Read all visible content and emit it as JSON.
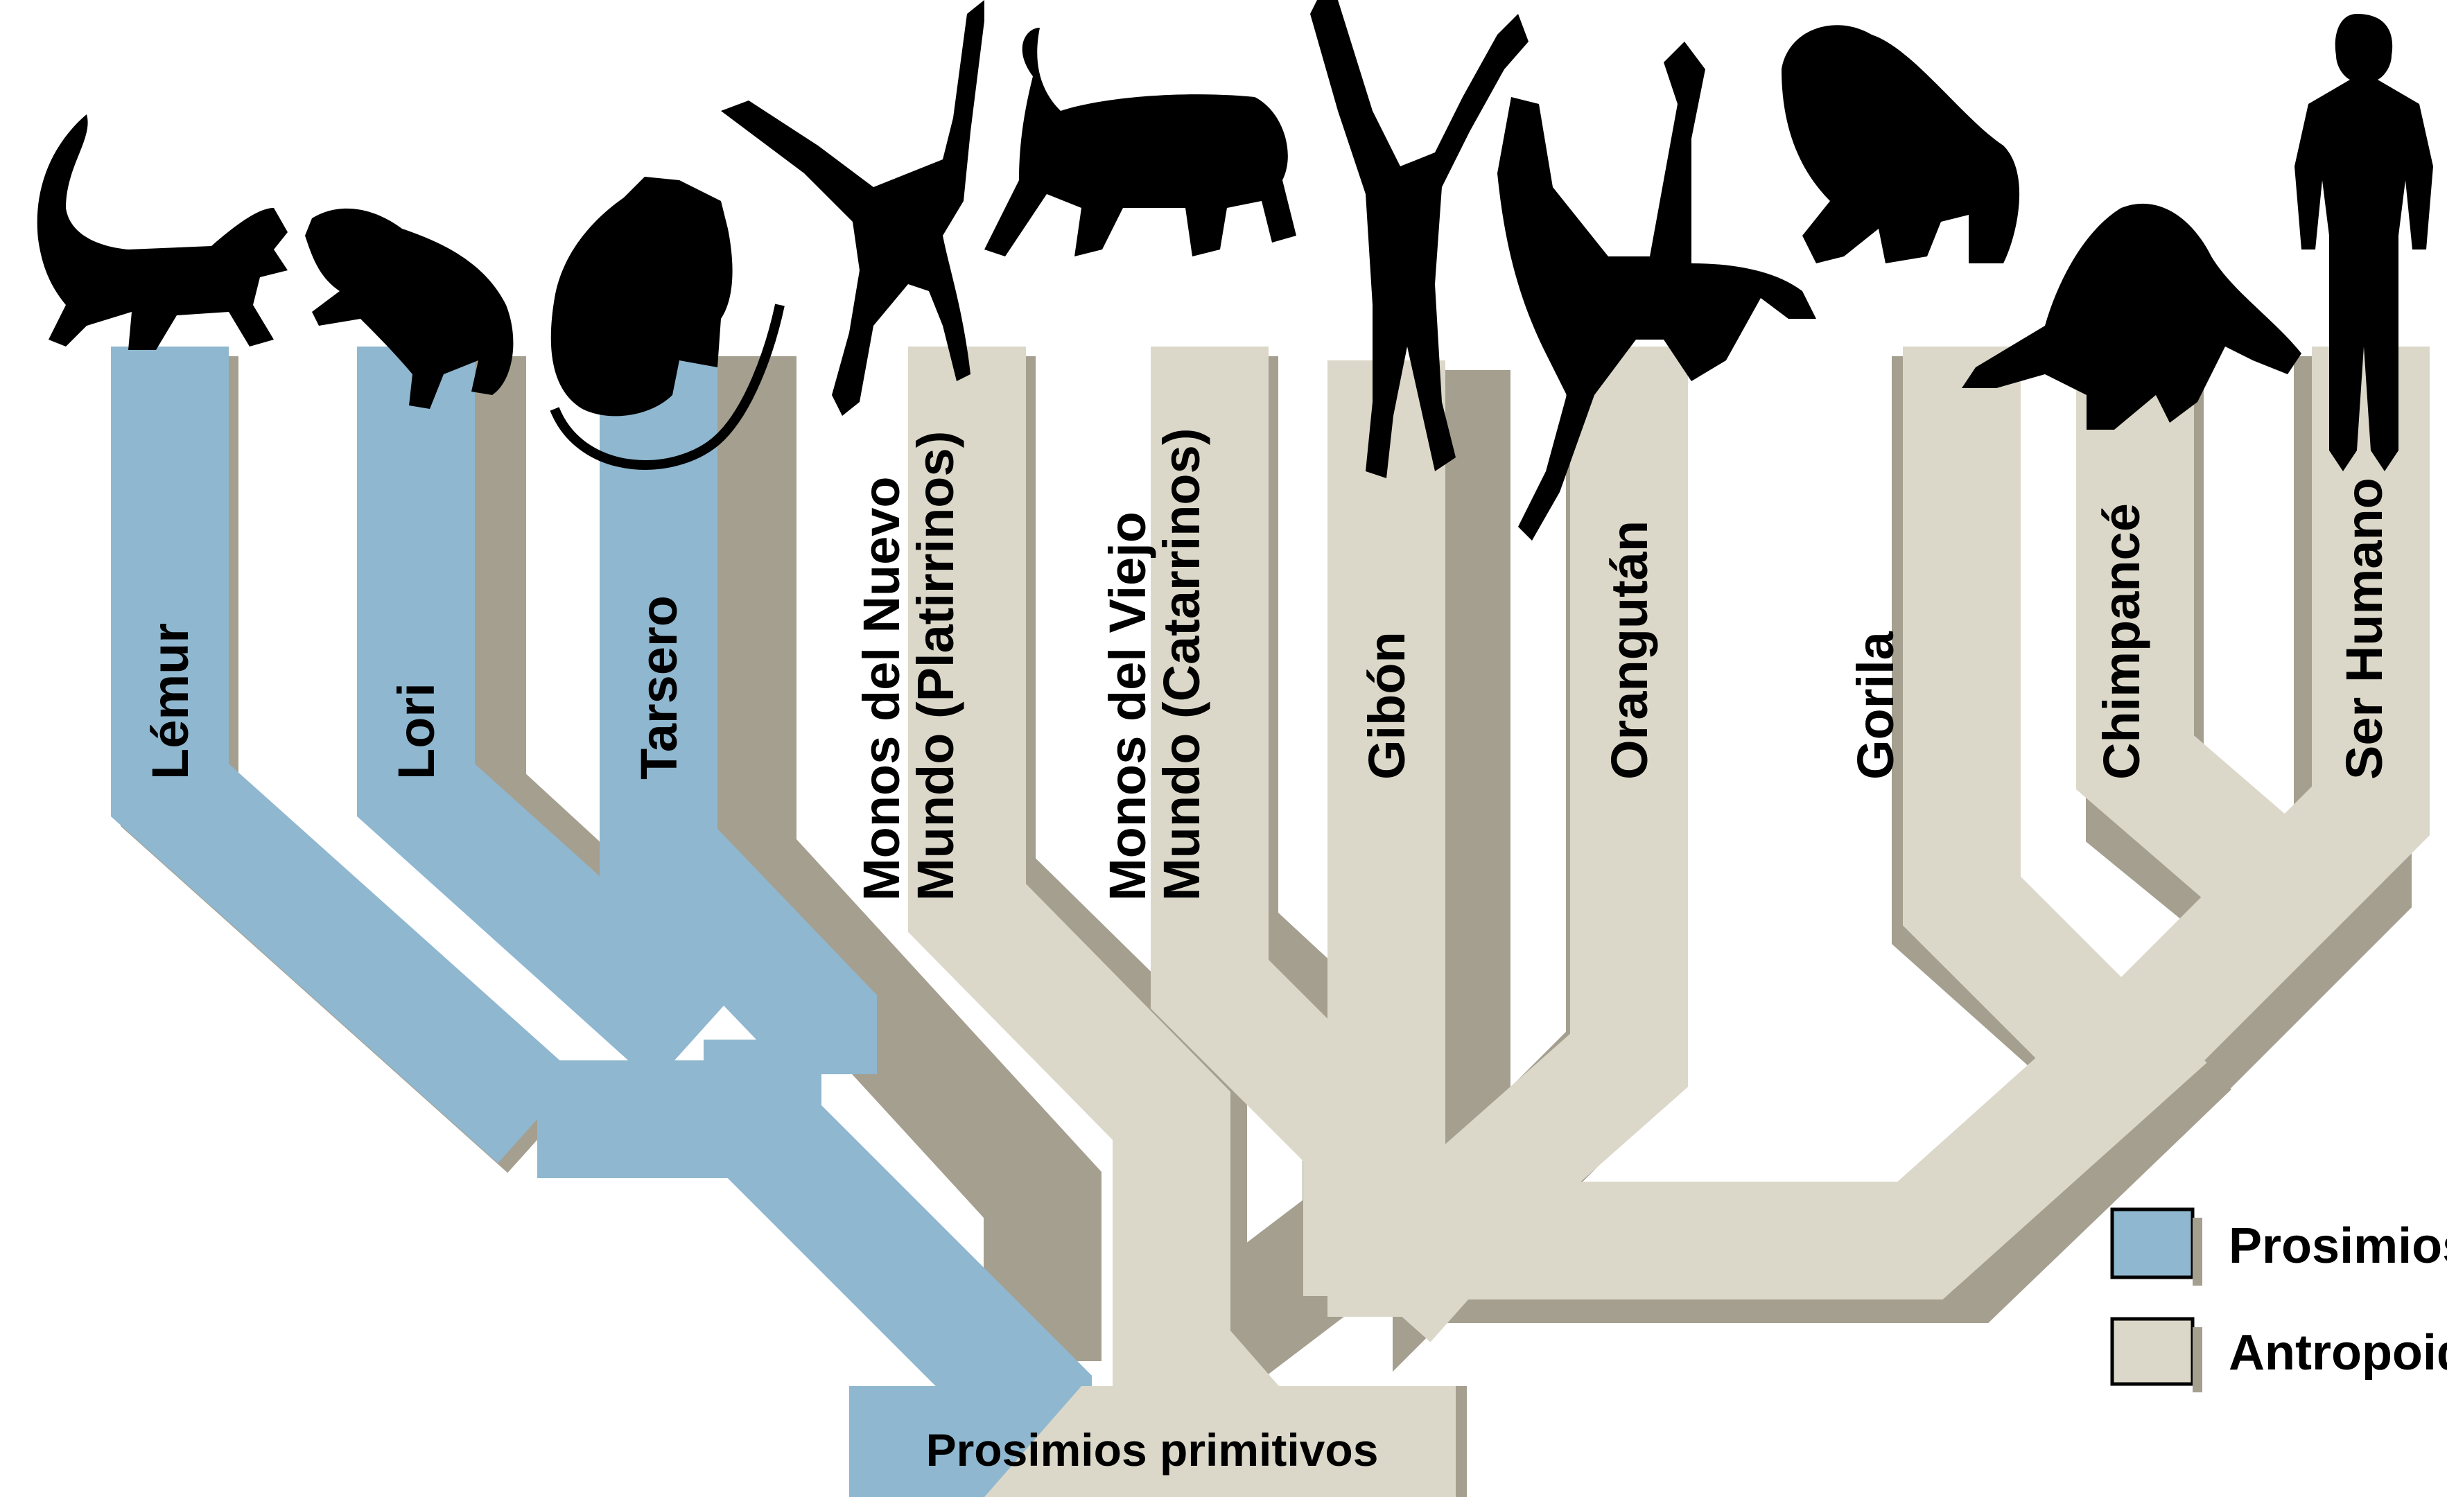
{
  "colors": {
    "prosimios": "#8fb7cf",
    "antropoides": "#dcd8c9",
    "shadow": "#a59f8f",
    "silhouette": "#000000",
    "background": "#ffffff"
  },
  "root": {
    "label": "Prosimios primitivos"
  },
  "taxa": [
    {
      "label": "Lémur",
      "group": "prosimios",
      "icon": "lemur-silhouette-icon"
    },
    {
      "label": "Lori",
      "group": "prosimios",
      "icon": "loris-silhouette-icon"
    },
    {
      "label": "Tarsero",
      "group": "prosimios",
      "icon": "tarsier-silhouette-icon"
    },
    {
      "label": [
        "Monos del Nuevo",
        "Mundo  (Platirrinos)"
      ],
      "group": "antropoides",
      "icon": "spider-monkey-silhouette-icon"
    },
    {
      "label": [
        "Monos del Viejo",
        "Mundo  (Catarrinos)"
      ],
      "group": "antropoides",
      "icon": "baboon-silhouette-icon"
    },
    {
      "label": "Gibón",
      "group": "antropoides",
      "icon": "gibbon-silhouette-icon"
    },
    {
      "label": "Orangután",
      "group": "antropoides",
      "icon": "orangutan-silhouette-icon"
    },
    {
      "label": "Gorila",
      "group": "antropoides",
      "icon": "gorilla-silhouette-icon"
    },
    {
      "label": "Chimpancé",
      "group": "antropoides",
      "icon": "chimpanzee-silhouette-icon"
    },
    {
      "label": "Ser Humano",
      "group": "antropoides",
      "icon": "human-silhouette-icon"
    }
  ],
  "legend": [
    {
      "label": "Prosimios",
      "group": "prosimios"
    },
    {
      "label": "Antropoides",
      "group": "antropoides"
    }
  ]
}
